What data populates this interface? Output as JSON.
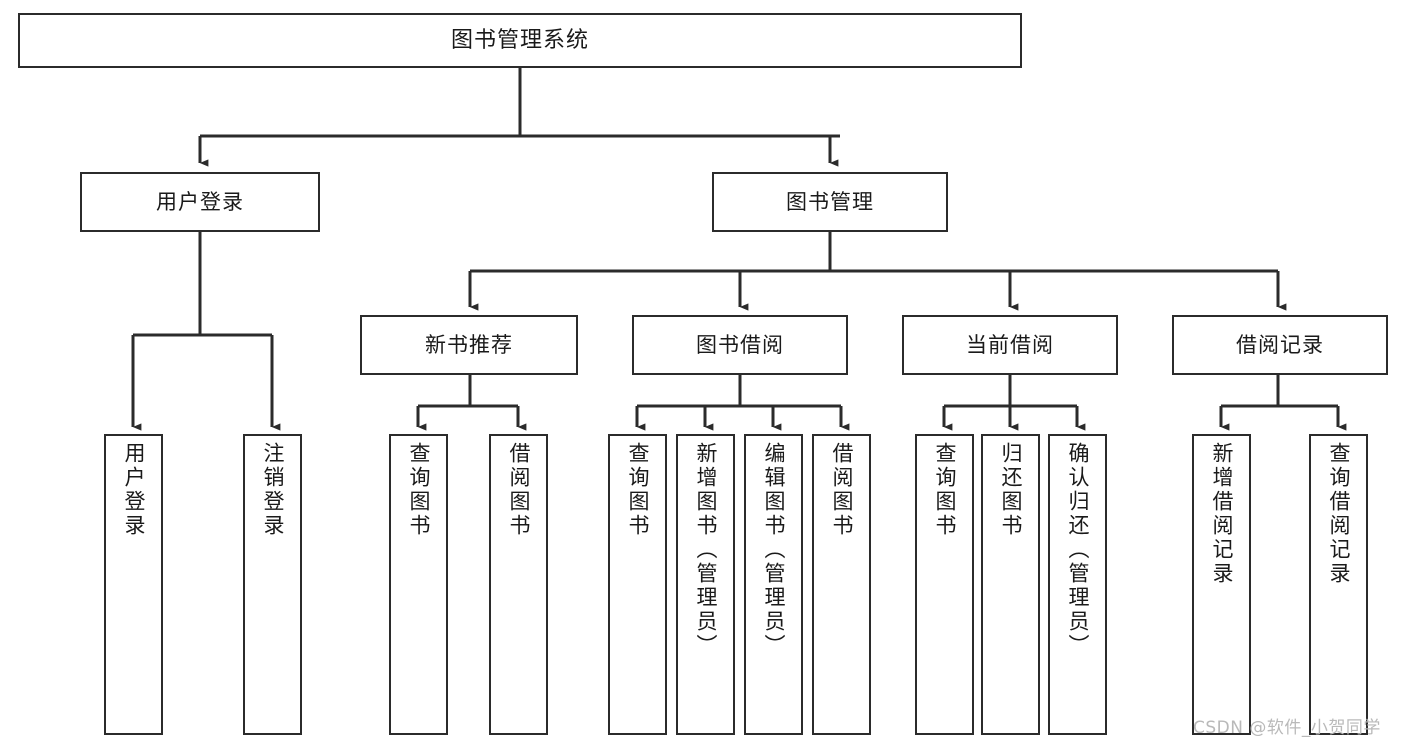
{
  "diagram": {
    "title": "图书管理系统",
    "type": "tree-hierarchy",
    "watermark": "CSDN @软件_小贺同学",
    "colors": {
      "stroke": "#2b2b2b",
      "box_fill": "#ffffff",
      "text": "#1a1a1a",
      "background": "#ffffff",
      "watermark": "#b9b9b9"
    },
    "levels": {
      "root": {
        "label": "图书管理系统"
      },
      "level2": [
        {
          "label": "用户登录"
        },
        {
          "label": "图书管理"
        }
      ],
      "level3": [
        {
          "label": "新书推荐"
        },
        {
          "label": "图书借阅"
        },
        {
          "label": "当前借阅"
        },
        {
          "label": "借阅记录"
        }
      ],
      "leaves": {
        "user_login": [
          {
            "label": "用户登录"
          },
          {
            "label": "注销登录"
          }
        ],
        "new_book": [
          {
            "label": "查询图书"
          },
          {
            "label": "借阅图书"
          }
        ],
        "book_borrow": [
          {
            "label": "查询图书"
          },
          {
            "label": "新增图书（管理员）"
          },
          {
            "label": "编辑图书（管理员）"
          },
          {
            "label": "借阅图书"
          }
        ],
        "current_borrow": [
          {
            "label": "查询图书"
          },
          {
            "label": "归还图书"
          },
          {
            "label": "确认归还（管理员）"
          }
        ],
        "borrow_record": [
          {
            "label": "新增借阅记录"
          },
          {
            "label": "查询借阅记录"
          }
        ]
      }
    }
  }
}
